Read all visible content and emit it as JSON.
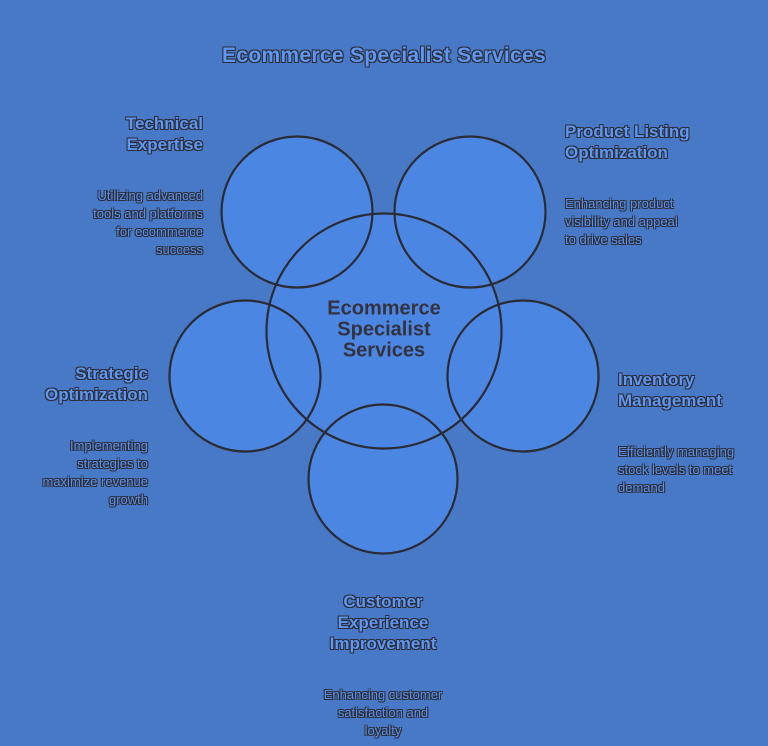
{
  "title": "Ecommerce Specialist Services",
  "center": {
    "label": "Ecommerce\nSpecialist\nServices"
  },
  "nodes": [
    {
      "id": "technical-expertise",
      "heading": "Technical\nExpertise",
      "description": "Utilizing advanced\ntools and platforms\nfor ecommerce\nsuccess"
    },
    {
      "id": "product-listing-optimization",
      "heading": "Product Listing\nOptimization",
      "description": "Enhancing product\nvisibility and appeal\nto drive sales"
    },
    {
      "id": "strategic-optimization",
      "heading": "Strategic\nOptimization",
      "description": "Implementing\nstrategies to\nmaximize revenue\ngrowth"
    },
    {
      "id": "inventory-management",
      "heading": "Inventory\nManagement",
      "description": "Efficiently managing\nstock levels to meet\ndemand"
    },
    {
      "id": "customer-experience-improvement",
      "heading": "Customer\nExperience\nImprovement",
      "description": "Enhancing customer\nsatisfaction and\nloyalty"
    }
  ],
  "colors": {
    "background": "#4879c7",
    "circle_fill": "#4c86e3",
    "circle_stroke": "#2b2b33",
    "title_text": "#5e96f2",
    "heading_text": "#5e96f2",
    "description_text": "#5b90ea",
    "center_text": "#333340",
    "text_outline": "#2c2d36"
  }
}
